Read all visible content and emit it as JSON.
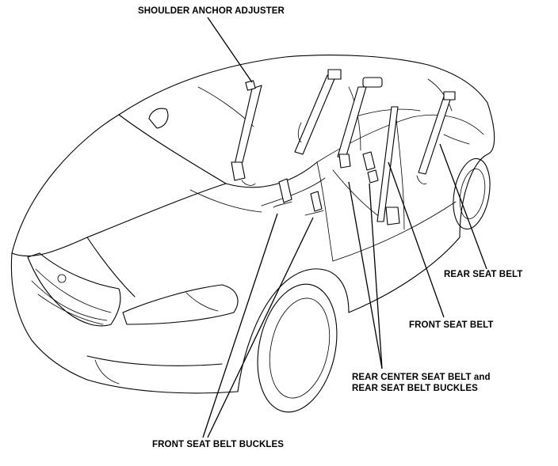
{
  "callouts": {
    "shoulder_anchor_adjuster": "SHOULDER ANCHOR ADJUSTER",
    "rear_seat_belt": "REAR SEAT BELT",
    "front_seat_belt": "FRONT SEAT BELT",
    "rear_center_line1": "REAR CENTER SEAT BELT and",
    "rear_center_line2": "REAR SEAT BELT BUCKLES",
    "front_seat_belt_buckles": "FRONT SEAT BELT BUCKLES"
  }
}
